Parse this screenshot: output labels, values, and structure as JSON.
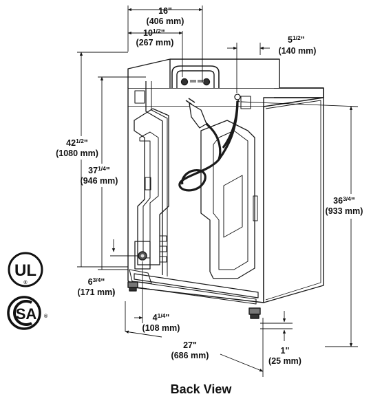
{
  "dimensions": {
    "width_top": {
      "in": "16\"",
      "mm": "(406 mm)"
    },
    "hookup_offset": {
      "in_whole": "10",
      "in_frac": "1/2",
      "in_mark": "\"",
      "mm": "(267 mm)"
    },
    "cord_offset": {
      "in_whole": "5",
      "in_frac": "1/2",
      "in_mark": "\"",
      "mm": "(140 mm)"
    },
    "overall_height": {
      "in_whole": "42",
      "in_frac": "1/2",
      "in_mark": "\"",
      "mm": "(1080 mm)"
    },
    "hose_height": {
      "in_whole": "37",
      "in_frac": "1/4",
      "in_mark": "\"",
      "mm": "(946 mm)"
    },
    "cabinet_height": {
      "in_whole": "36",
      "in_frac": "3/4",
      "in_mark": "\"",
      "mm": "(933 mm)"
    },
    "drain_height": {
      "in_whole": "6",
      "in_frac": "3/4",
      "in_mark": "\"",
      "mm": "(171 mm)"
    },
    "drain_side": {
      "in_whole": "4",
      "in_frac": "1/4",
      "in_mark": "\"",
      "mm": "(108 mm)"
    },
    "overall_width": {
      "in": "27\"",
      "mm": "(686 mm)"
    },
    "foot_clearance": {
      "in": "1\"",
      "mm": "(25 mm)"
    }
  },
  "logos": {
    "ul": {
      "text": "UL",
      "mark": "®",
      "name": "ul-logo"
    },
    "csa": {
      "text": "SA",
      "mark": "®",
      "name": "csa-logo"
    }
  },
  "caption": "Back View"
}
